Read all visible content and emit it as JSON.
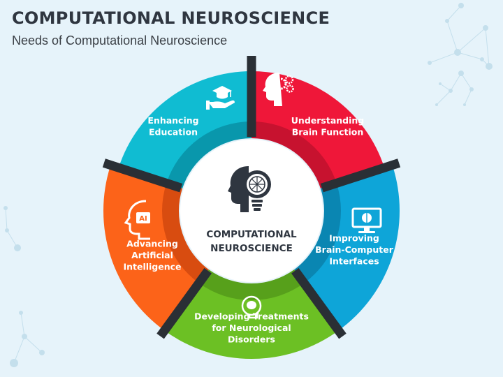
{
  "title": "COMPUTATIONAL NEUROSCIENCE",
  "subtitle": "Needs of Computational Neuroscience",
  "center": {
    "line1": "COMPUTATIONAL",
    "line2": "NEUROSCIENCE",
    "icon": "head-lightbulb-brain-icon"
  },
  "segments": [
    {
      "id": "understanding-brain-function",
      "lines": [
        "Understanding",
        "Brain Function"
      ],
      "color": "#ef1739",
      "inner_color": "#c7122f",
      "icon": "head-gears-icon"
    },
    {
      "id": "improving-bci",
      "lines": [
        "Improving",
        "Brain-Computer",
        "Interfaces"
      ],
      "color": "#0ea5d8",
      "inner_color": "#0a86b2",
      "icon": "monitor-brain-icon"
    },
    {
      "id": "developing-treatments",
      "lines": [
        "Developing Treatments",
        "for Neurological",
        "Disorders"
      ],
      "color": "#6cc024",
      "inner_color": "#57a01b",
      "icon": "brain-head-icon"
    },
    {
      "id": "advancing-ai",
      "lines": [
        "Advancing",
        "Artificial",
        "Intelligence"
      ],
      "color": "#fc6319",
      "inner_color": "#d84c10",
      "icon": "ai-head-icon"
    },
    {
      "id": "enhancing-education",
      "lines": [
        "Enhancing",
        "Education"
      ],
      "color": "#10bcd2",
      "inner_color": "#0997ac",
      "icon": "graduation-cap-hand-icon"
    }
  ],
  "colors": {
    "background": "#e6f3fa",
    "separator": "#2a2f35",
    "center_fill": "#ffffff",
    "text_dark": "#2f3640"
  }
}
